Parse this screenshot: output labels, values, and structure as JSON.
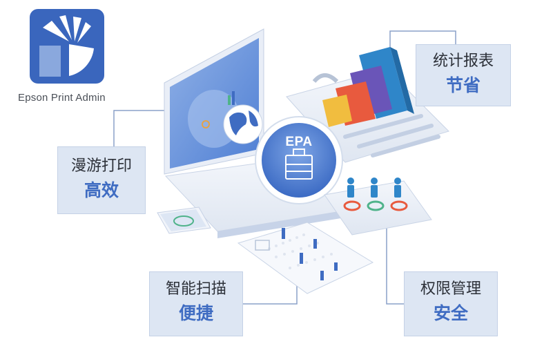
{
  "brand": {
    "name": "Epson Print Admin",
    "logo_icon": "epson-print-admin-logo-icon",
    "logo_color": "#3a66bd"
  },
  "hub": {
    "label": "EPA",
    "icon": "printer-icon"
  },
  "features": {
    "roaming": {
      "line1": "漫游打印",
      "line2": "高效"
    },
    "reports": {
      "line1": "统计报表",
      "line2": "节省"
    },
    "scan": {
      "line1": "智能扫描",
      "line2": "便捷"
    },
    "security": {
      "line1": "权限管理",
      "line2": "安全"
    }
  },
  "colors": {
    "accent": "#3f6cc2",
    "box_bg": "#dde6f3",
    "text_dark": "#2c3038"
  }
}
